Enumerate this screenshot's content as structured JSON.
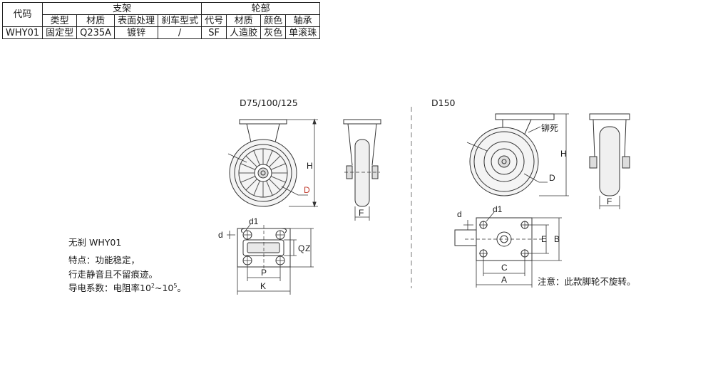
{
  "table": {
    "col_code": "代码",
    "group_bracket": "支架",
    "group_wheel": "轮部",
    "bracket_headers": [
      "类型",
      "材质",
      "表面处理",
      "刹车型式"
    ],
    "wheel_headers": [
      "代号",
      "材质",
      "颜色",
      "轴承"
    ],
    "row": {
      "code": "WHY01",
      "type": "固定型",
      "bracket_material": "Q235A",
      "surface": "镀锌",
      "brake": "/",
      "wheel_code": "SF",
      "wheel_material": "人造胶",
      "color": "灰色",
      "bearing": "单滚珠"
    }
  },
  "left_drawing": {
    "title": "D75/100/125",
    "dims": {
      "H": "H",
      "D": "D",
      "F": "F",
      "d1": "d1",
      "d": "d",
      "Q": "Q",
      "Z": "Z",
      "P": "P",
      "K": "K"
    }
  },
  "right_drawing": {
    "title": "D150",
    "lock_label": "铆死",
    "dims": {
      "H": "H",
      "D": "D",
      "F": "F",
      "d": "d",
      "d1": "d1",
      "E": "E",
      "B": "B",
      "C": "C",
      "A": "A"
    },
    "note": "注意：此款脚轮不旋转。"
  },
  "features": {
    "title": "无刹 WHY01",
    "line1": "特点：功能稳定，",
    "line2": "行走静音且不留痕迹。",
    "line3_prefix": "导电系数：电阻率10",
    "line3_exp1": "2",
    "line3_mid": "~10",
    "line3_exp2": "5",
    "line3_suffix": "。"
  },
  "colors": {
    "line": "#333333",
    "red_label": "#c0392b",
    "fill_grey": "#e6e6e6"
  }
}
